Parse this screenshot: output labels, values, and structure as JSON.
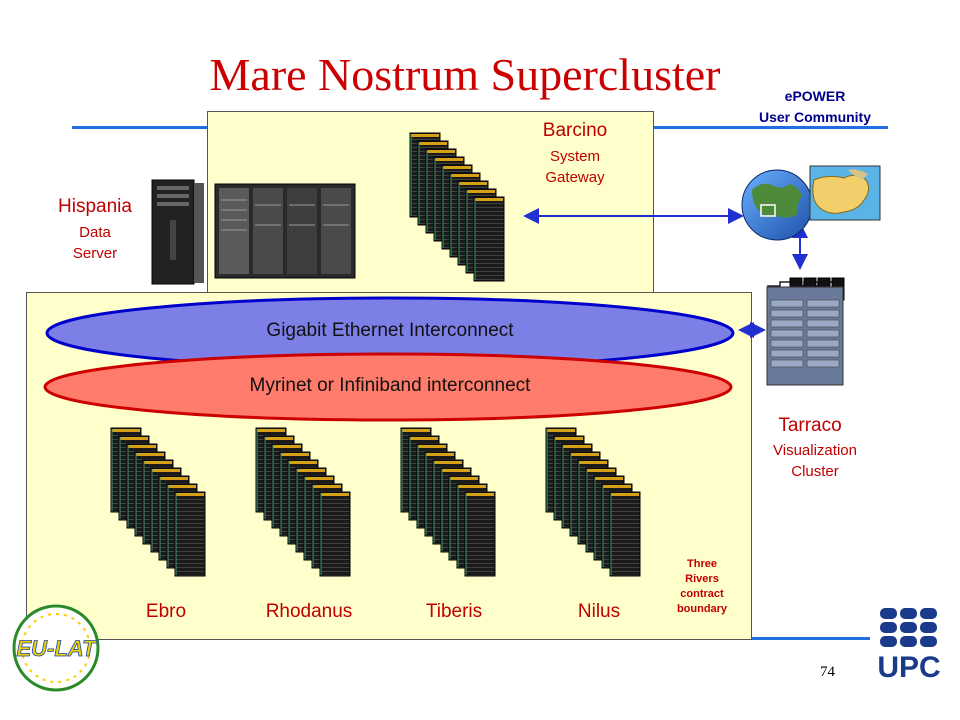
{
  "title": "Mare Nostrum Supercluster",
  "epower": {
    "line1": "ePOWER",
    "line2": "User Community"
  },
  "barcino": {
    "name": "Barcino",
    "line1": "System",
    "line2": "Gateway"
  },
  "hispania": {
    "name": "Hispania",
    "line1": "Data",
    "line2": "Server"
  },
  "tarraco": {
    "name": "Tarraco",
    "line1": "Visualization",
    "line2": "Cluster"
  },
  "interconnects": {
    "gigabit": "Gigabit Ethernet Interconnect",
    "myrinet": "Myrinet or Infiniband interconnect"
  },
  "clusters": [
    "Ebro",
    "Rhodanus",
    "Tiberis",
    "Nilus"
  ],
  "three_rivers": {
    "line1": "Three",
    "line2": "Rivers",
    "line3": "contract",
    "line4": "boundary"
  },
  "page_number": "74",
  "logos": {
    "eu_lat": "EU-LAT",
    "upc": "UPC"
  },
  "colors": {
    "title": "#cc0000",
    "panel": "#ffffcc",
    "gigabit_fill": "#7b7fe6",
    "myrinet_fill": "#ff7b6b",
    "rule": "#1f6fe0",
    "upc": "#1a3a8c"
  }
}
